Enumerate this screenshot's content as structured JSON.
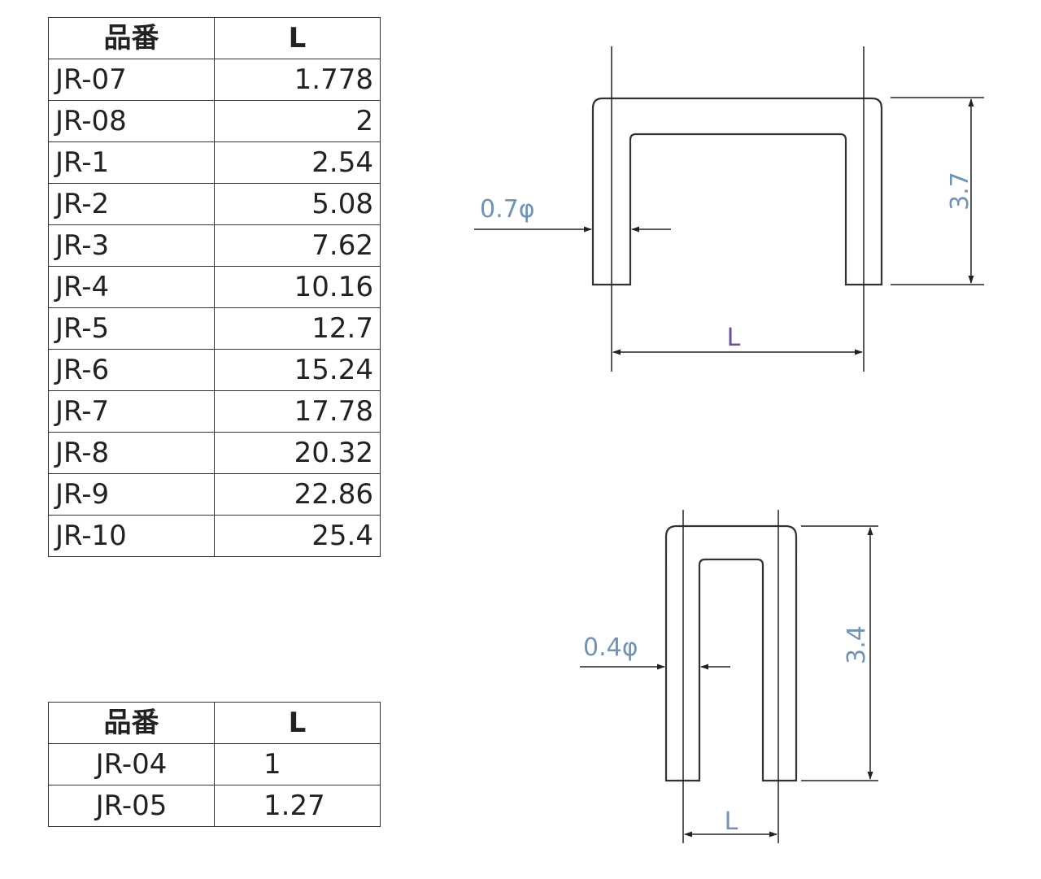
{
  "table_main": {
    "header": {
      "code": "品番",
      "length": "L"
    },
    "rows": [
      {
        "code": "JR-07",
        "length": "1.778"
      },
      {
        "code": "JR-08",
        "length": "2"
      },
      {
        "code": "JR-1",
        "length": "2.54"
      },
      {
        "code": "JR-2",
        "length": "5.08"
      },
      {
        "code": "JR-3",
        "length": "7.62"
      },
      {
        "code": "JR-4",
        "length": "10.16"
      },
      {
        "code": "JR-5",
        "length": "12.7"
      },
      {
        "code": "JR-6",
        "length": "15.24"
      },
      {
        "code": "JR-7",
        "length": "17.78"
      },
      {
        "code": "JR-8",
        "length": "20.32"
      },
      {
        "code": "JR-9",
        "length": "22.86"
      },
      {
        "code": "JR-10",
        "length": "25.4"
      }
    ]
  },
  "table_small": {
    "header": {
      "code": "品番",
      "length": "L"
    },
    "rows": [
      {
        "code": "JR-04",
        "length": "1"
      },
      {
        "code": "JR-05",
        "length": "1.27"
      }
    ]
  },
  "drawing_large": {
    "wire_diameter": "0.7φ",
    "height": "3.7",
    "length_label": "L"
  },
  "drawing_small": {
    "wire_diameter": "0.4φ",
    "height": "3.4",
    "length_label": "L"
  },
  "colors": {
    "outline": "#333333",
    "dim_text_blue": "#6f93b8",
    "dim_text_purple": "#6a4fa0",
    "dim_line": "#222222"
  }
}
